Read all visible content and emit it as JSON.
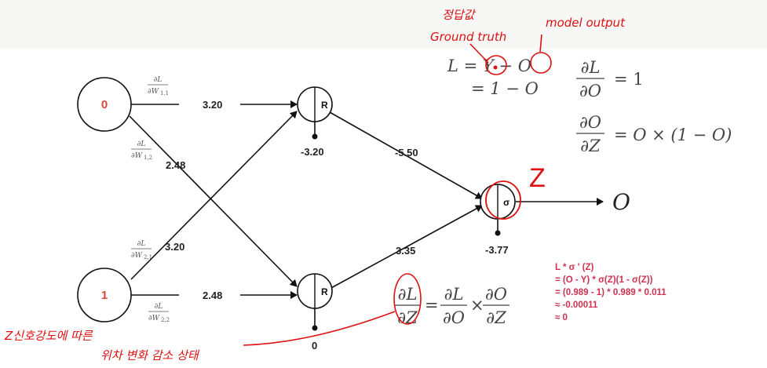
{
  "nodes": {
    "input_0": "0",
    "input_1": "1",
    "relu_top": "R",
    "relu_bottom": "R",
    "sigmoid": "σ",
    "output": "O"
  },
  "weights": {
    "w11": "3.20",
    "w12": "2.48",
    "w21": "3.20",
    "w22": "2.48",
    "relu_top_out": "-5.50",
    "relu_bottom_out": "3.35"
  },
  "biases": {
    "relu_top": "-3.20",
    "relu_bottom": "0",
    "sigmoid": "-3.77"
  },
  "derivative_labels": {
    "numerator": "∂L",
    "denominator": "∂W",
    "subs": [
      "1,1",
      "1,2",
      "2,1",
      "2,2"
    ]
  },
  "equations": {
    "loss_line1": "L = Y − O",
    "loss_line2": "= 1 − O",
    "dL_dO_num": "∂L",
    "dL_dO_den": "∂O",
    "dL_dO_rhs": "= 1",
    "dO_dZ_num": "∂O",
    "dO_dZ_den": "∂Z",
    "dO_dZ_rhs": "= O × (1 − O)",
    "chain_num1": "∂L",
    "chain_den1": "∂Z",
    "chain_eq": "=",
    "chain_num2": "∂L",
    "chain_den2": "∂O",
    "chain_times": "×",
    "chain_num3": "∂O",
    "chain_den3": "∂Z"
  },
  "calculation": [
    "L * σ ' (Z)",
    "= (O - Y) * σ(Z)(1 - σ(Z))",
    "= (0.989 - 1) * 0.989 * 0.011",
    "≈ -0.00011",
    "≈ 0"
  ],
  "annotations": {
    "ground_truth_korean": "정답값",
    "ground_truth": "Ground truth",
    "model_output": "model output",
    "z_mark": "Z",
    "bottom_note_line1": "Z신호강도에 따른",
    "bottom_note_line2": "위차 변화 감소 상태"
  },
  "colors": {
    "accent_red": "#d4473b",
    "calc_pink": "#d0314f",
    "annotation_red": "#dd1111"
  }
}
